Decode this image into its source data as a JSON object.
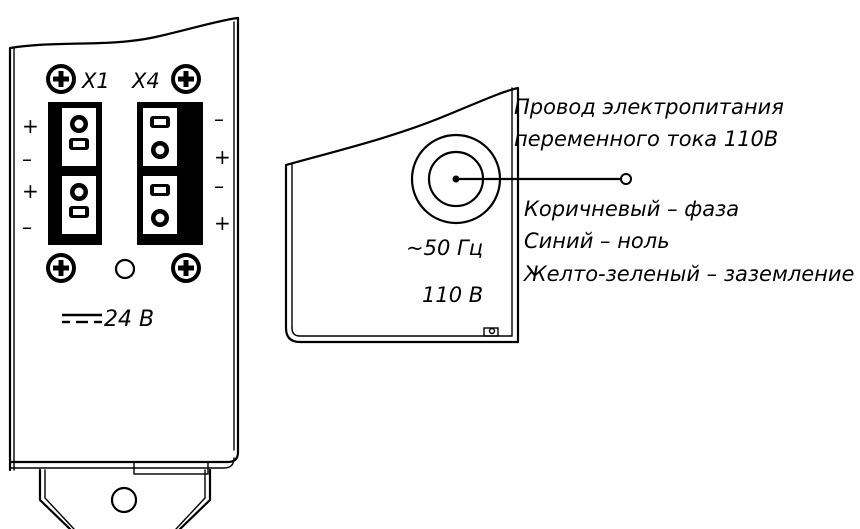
{
  "left_unit": {
    "connector_labels": {
      "x1": "X1",
      "x4": "X4"
    },
    "polarity_left": [
      "+",
      "–",
      "+",
      "–"
    ],
    "polarity_right": [
      "–",
      "+",
      "–",
      "+"
    ],
    "dc_voltage_label": "24 В"
  },
  "right_unit": {
    "frequency_label": "~50 Гц",
    "voltage_label": "110 В"
  },
  "callout": {
    "title_line1": "Провод электропитания",
    "title_line2": "переменного тока 110В",
    "wire_brown": "Коричневый – фаза",
    "wire_blue": "Синий – ноль",
    "wire_yellow_green": "Желто-зеленый – заземление"
  }
}
